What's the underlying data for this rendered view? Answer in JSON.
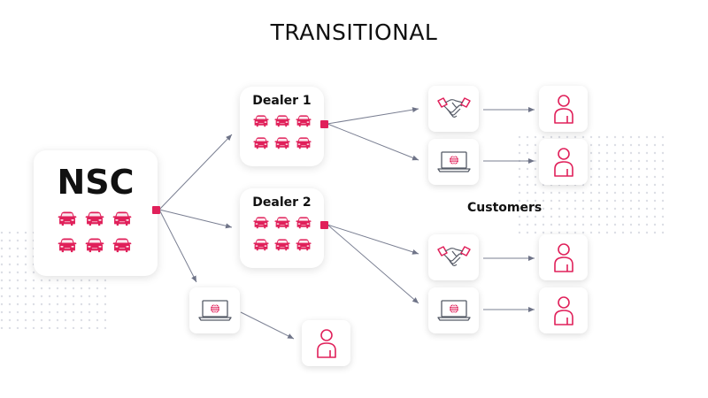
{
  "title": "TRANSITIONAL",
  "nsc_label": "NSC",
  "dealer1_label": "Dealer 1",
  "dealer2_label": "Dealer 2",
  "customers_label": "Customers",
  "colors": {
    "accent": "#e0205a",
    "arrow": "#7a7f92",
    "outline": "#555a66",
    "dots": "#d9dbe2"
  },
  "icons": [
    "car-icon",
    "handshake-icon",
    "laptop-web-icon",
    "customer-icon"
  ]
}
